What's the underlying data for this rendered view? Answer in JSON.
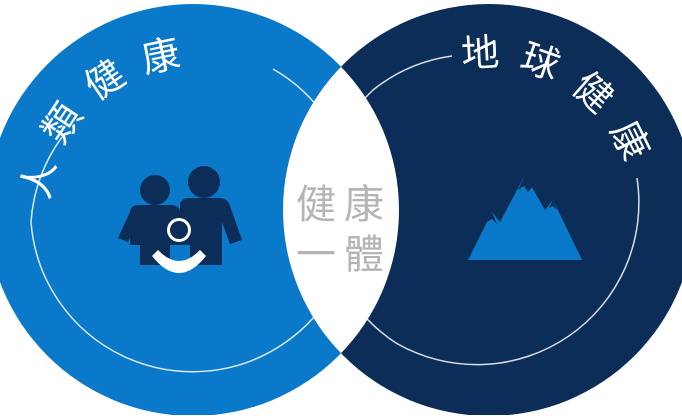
{
  "colors": {
    "left_circle": "#0b79c9",
    "right_circle": "#0c2d57",
    "overlap": "#ffffff",
    "ring_line": "#ffffff",
    "left_icon": "#0c2d57",
    "right_icon": "#0b79c9",
    "center_text": "#b5b5b5"
  },
  "left": {
    "title_chars": [
      "人",
      "類",
      "健",
      "康"
    ],
    "icon": "family-icon"
  },
  "right": {
    "title_chars": [
      "地",
      "球",
      "健",
      "康"
    ],
    "icon": "mountain-icon"
  },
  "center": {
    "line1": "健康",
    "line2": "一體"
  }
}
